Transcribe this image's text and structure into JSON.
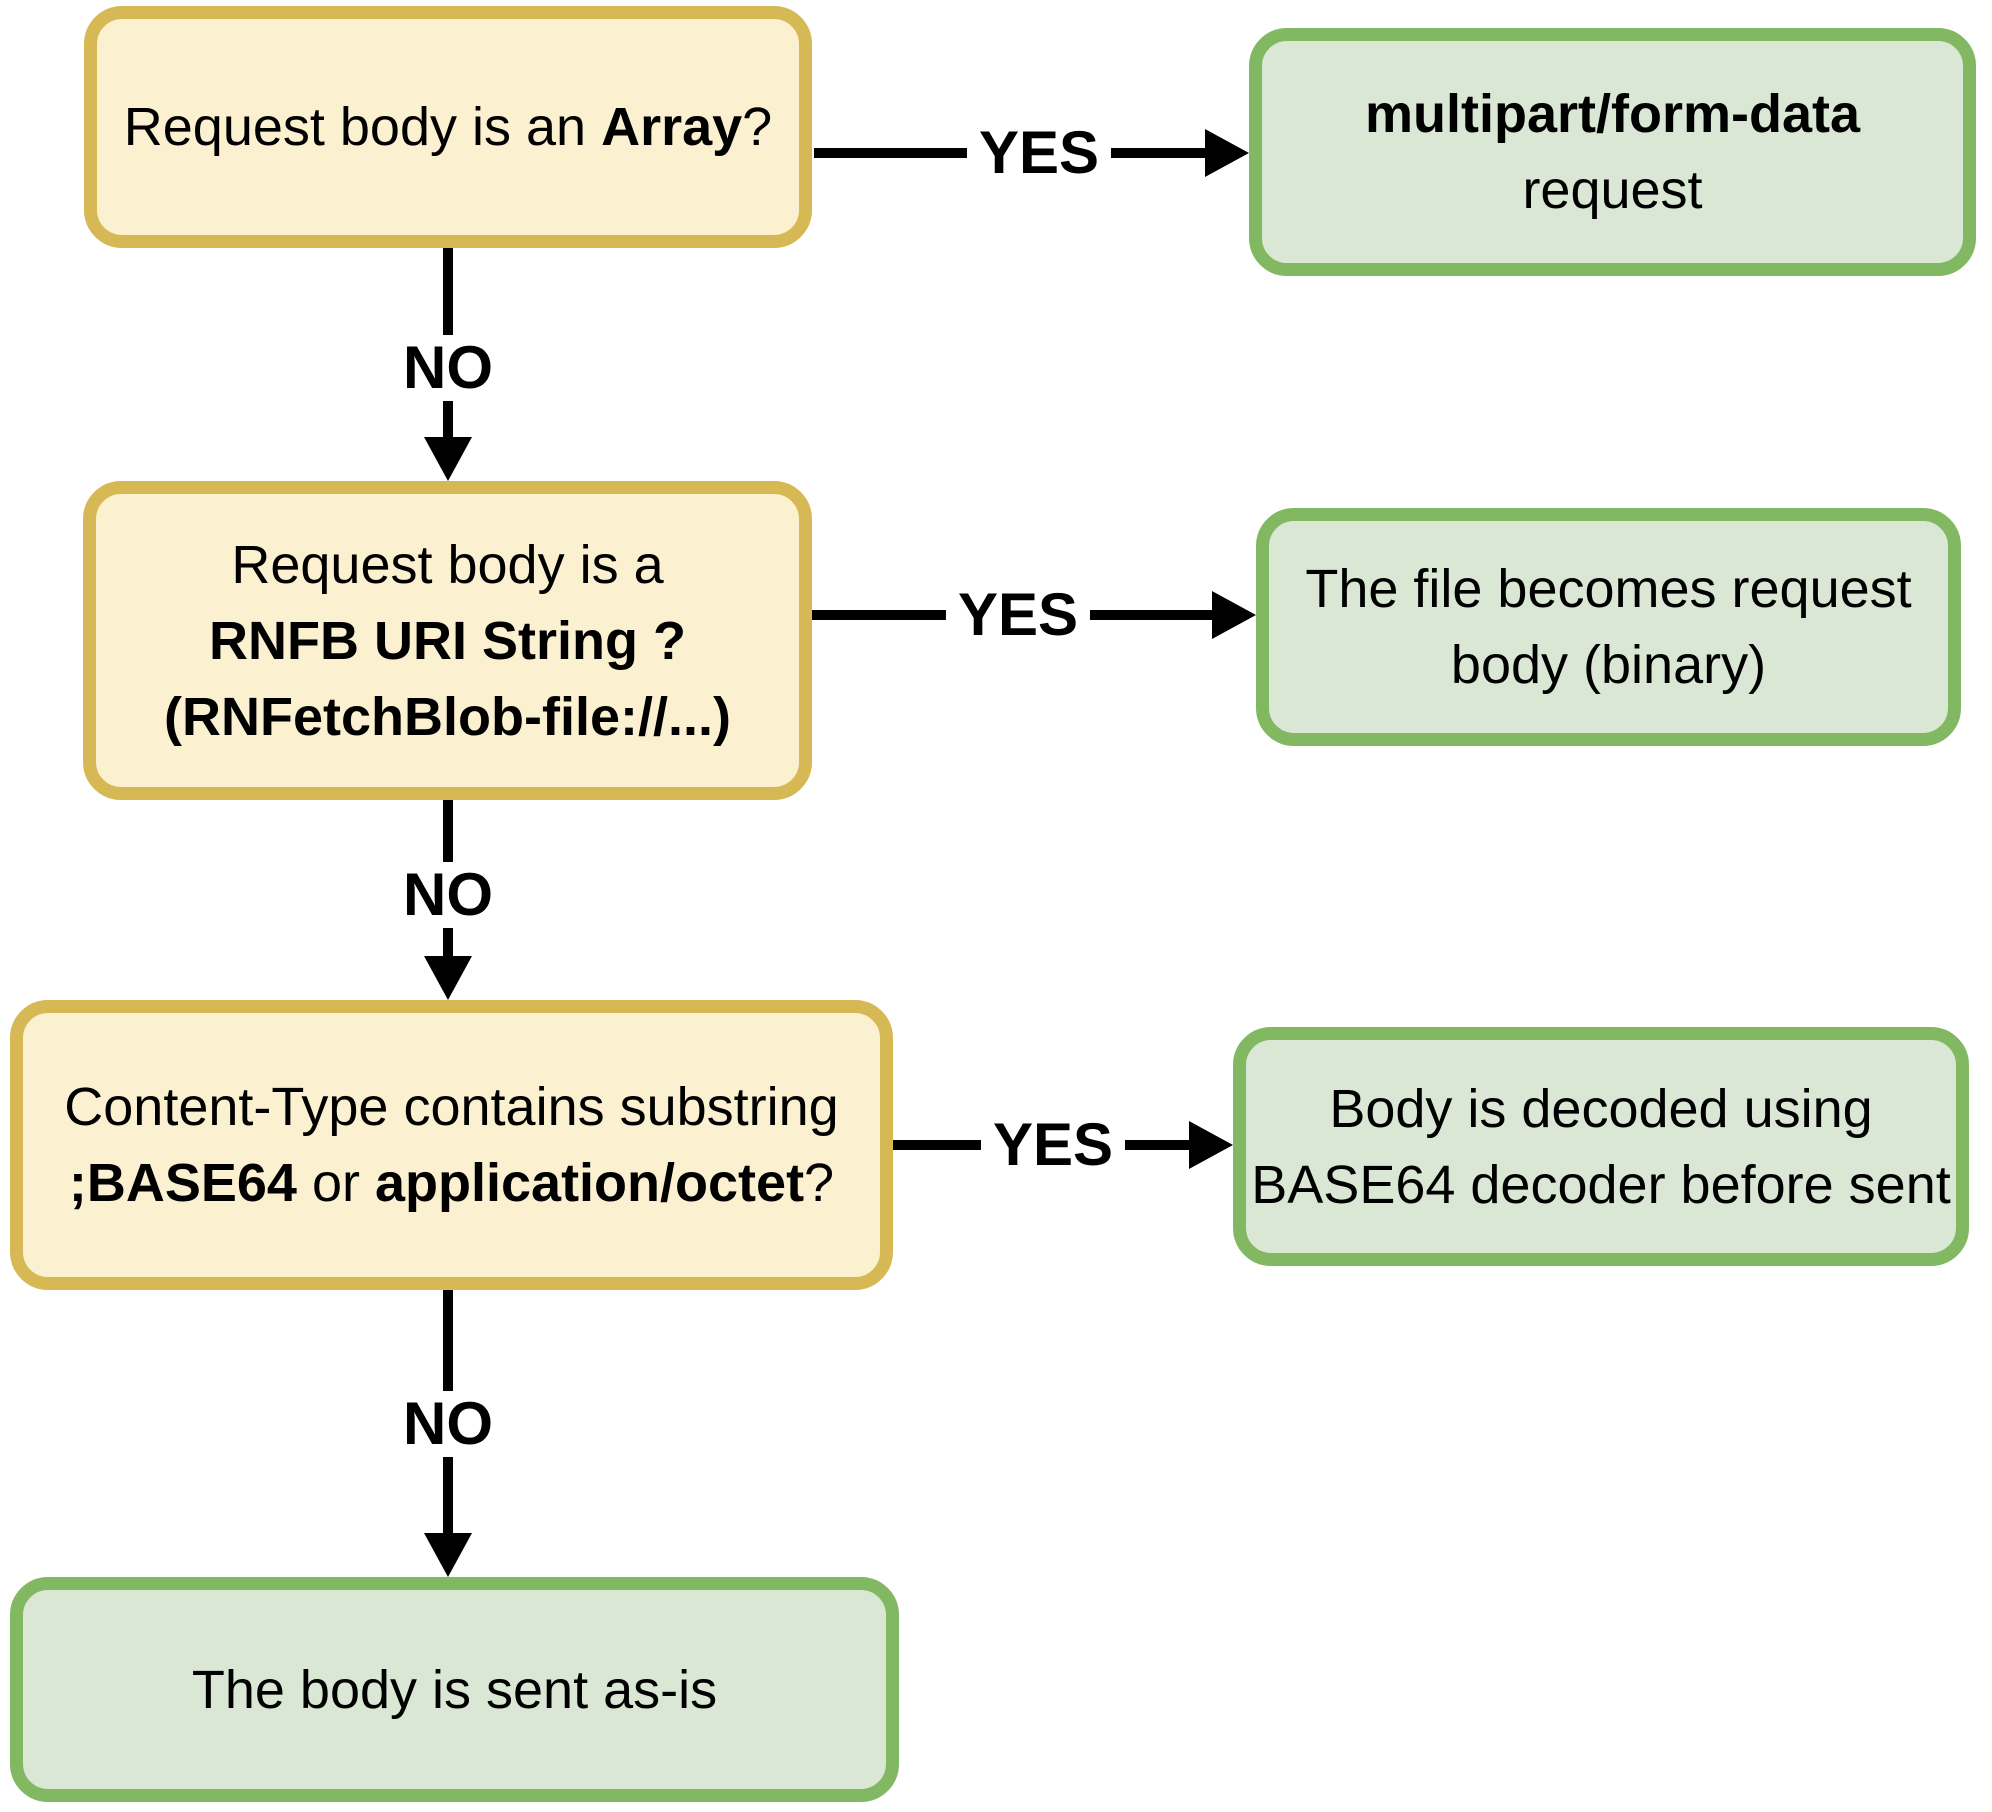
{
  "colors": {
    "decision_fill": "#FBF1D0",
    "decision_border": "#D6B855",
    "result_fill": "#D9E7D4",
    "result_border": "#82B862",
    "arrow": "#000000",
    "text": "#000000",
    "background": "#FFFFFF"
  },
  "nodes": {
    "q1": {
      "pre": "Request body is an ",
      "em": "Array",
      "post": "?"
    },
    "r1": {
      "line1": "multipart/form-data",
      "line2": "request"
    },
    "q2": {
      "line1": "Request body is a",
      "line2": "RNFB URI String ?",
      "line3": "(RNFetchBlob-file://...)"
    },
    "r2": {
      "line1": "The file becomes request",
      "line2": "body (binary)"
    },
    "q3": {
      "line1": "Content-Type contains substring",
      "line2_em1": ";BASE64",
      "line2_mid": " or ",
      "line2_em2": "application/octet",
      "line2_post": "?"
    },
    "r3": {
      "line1": "Body is decoded using",
      "line2": "BASE64 decoder before sent"
    },
    "r4": {
      "line1": "The body is sent as-is"
    }
  },
  "edges": [
    {
      "from": "q1",
      "to": "r1",
      "label": "YES"
    },
    {
      "from": "q1",
      "to": "q2",
      "label": "NO"
    },
    {
      "from": "q2",
      "to": "r2",
      "label": "YES"
    },
    {
      "from": "q2",
      "to": "q3",
      "label": "NO"
    },
    {
      "from": "q3",
      "to": "r3",
      "label": "YES"
    },
    {
      "from": "q3",
      "to": "r4",
      "label": "NO"
    }
  ]
}
